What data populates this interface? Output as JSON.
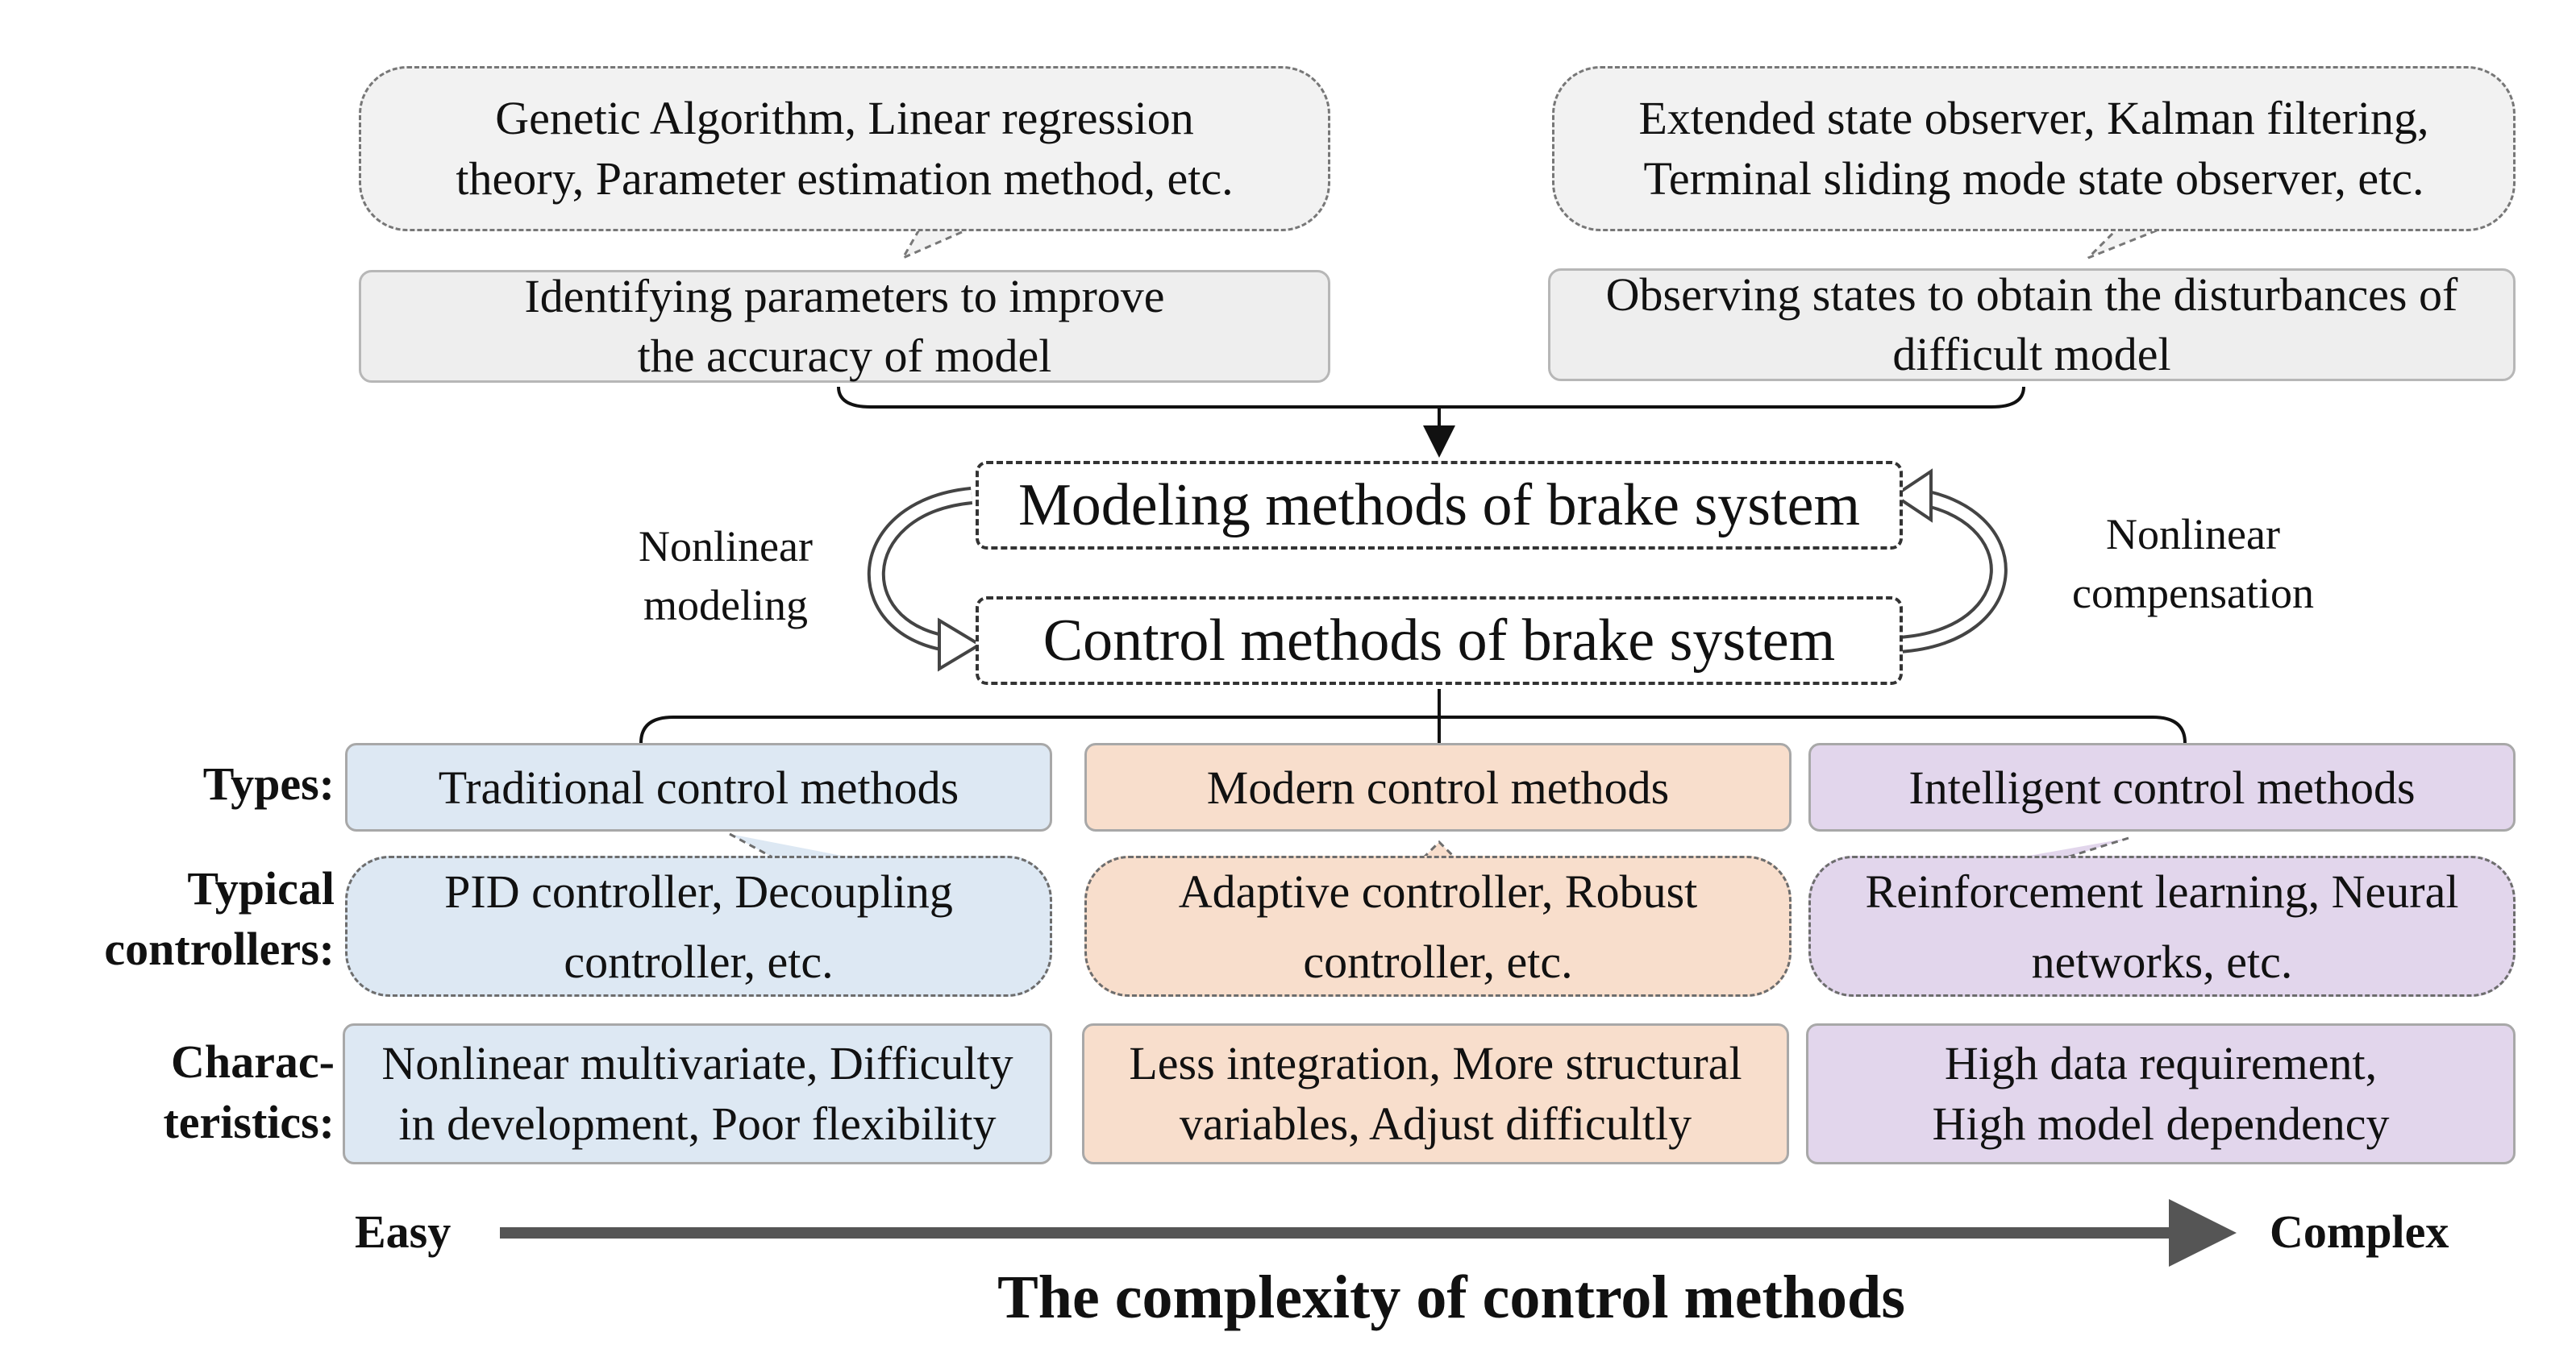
{
  "top": {
    "left_cloud": "Genetic Algorithm, Linear regression\ntheory, Parameter estimation method, etc.",
    "right_cloud": "Extended state observer, Kalman filtering,\nTerminal sliding mode state observer, etc.",
    "left_box": "Identifying parameters to improve\nthe accuracy of model",
    "right_box": "Observing states to obtain the disturbances of\ndifficult model"
  },
  "center": {
    "modeling": "Modeling methods of brake system",
    "control": "Control methods of brake system",
    "left_label": "Nonlinear\nmodeling",
    "right_label": "Nonlinear\ncompensation"
  },
  "rows": {
    "types_label": "Types:",
    "controllers_label": "Typical\ncontrollers:",
    "characteristics_label": "Charac-\nteristics:"
  },
  "columns": [
    {
      "type": "Traditional control methods",
      "controllers": "PID controller, Decoupling\ncontroller, etc.",
      "characteristics": "Nonlinear multivariate, Difficulty\nin development, Poor flexibility"
    },
    {
      "type": "Modern control methods",
      "controllers": "Adaptive controller, Robust\ncontroller, etc.",
      "characteristics": "Less integration, More structural\nvariables, Adjust difficultly"
    },
    {
      "type": "Intelligent control methods",
      "controllers": "Reinforcement learning, Neural\nnetworks, etc.",
      "characteristics": "High data requirement,\nHigh model dependency"
    }
  ],
  "scale": {
    "easy": "Easy",
    "complex": "Complex",
    "title": "The complexity of  control methods"
  },
  "colors": {
    "traditional": "#dde8f3",
    "modern": "#f8decc",
    "intelligent": "#e2d6ec",
    "top_boxes": "#eeeeee"
  }
}
